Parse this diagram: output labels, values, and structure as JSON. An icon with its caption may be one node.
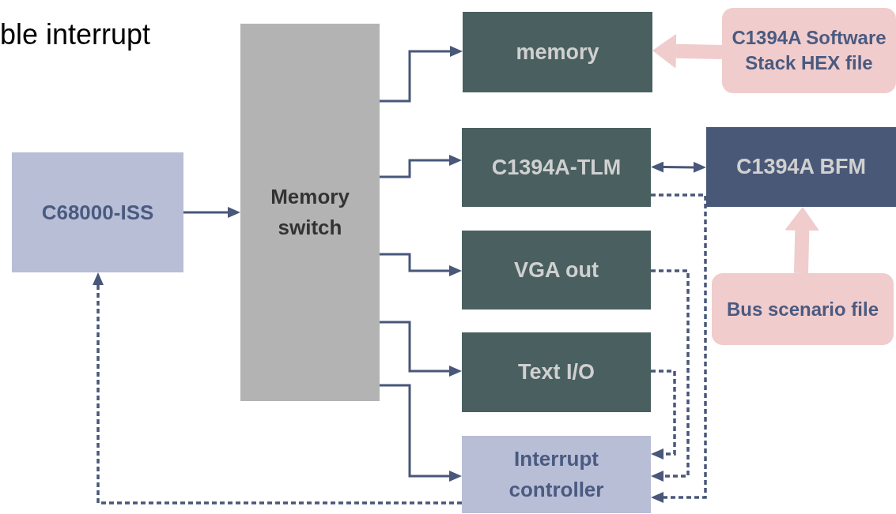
{
  "diagram": {
    "nodes": [
      {
        "text": [
          "C68000-ISS"
        ]
      },
      {
        "text": [
          "Memory switch"
        ]
      },
      {
        "text": [
          "memory"
        ]
      },
      {
        "text": [
          "C1394A Software Stack HEX file"
        ]
      },
      {
        "text": [
          "C1394A-TLM"
        ]
      },
      {
        "text": [
          "C1394A BFM"
        ]
      },
      {
        "text": [
          "VGA out"
        ]
      },
      {
        "text": [
          "Bus scenario file"
        ]
      },
      {
        "text": [
          "Text I/O"
        ]
      },
      {
        "text": [
          "Interrupt controller"
        ]
      }
    ],
    "edges": [
      {
        "from": 0,
        "to": 1,
        "arrow": "to"
      },
      {
        "from": 1,
        "to": 2,
        "arrow": "to"
      },
      {
        "from": 1,
        "to": 4,
        "arrow": "to"
      },
      {
        "from": 1,
        "to": 6,
        "arrow": "to"
      },
      {
        "from": 1,
        "to": 8,
        "arrow": "to"
      },
      {
        "from": 1,
        "to": 9,
        "arrow": "to"
      },
      {
        "from": 4,
        "to": 5,
        "arrow": "both"
      },
      {
        "from": 3,
        "to": 2,
        "arrow": "to",
        "style": "thick",
        "color": "#f0cccc"
      },
      {
        "from": 7,
        "to": 5,
        "arrow": "to",
        "style": "thick",
        "color": "#f0cccc"
      },
      {
        "from": 8,
        "to": 9,
        "arrow": "to",
        "style": "dashed"
      },
      {
        "from": 6,
        "to": 9,
        "arrow": "to",
        "style": "dashed"
      },
      {
        "from": 4,
        "to": 9,
        "arrow": "to",
        "style": "dashed"
      },
      {
        "from": 9,
        "to": 0,
        "arrow": "to",
        "style": "dashed"
      }
    ],
    "labels": [
      "ble interrupt"
    ]
  }
}
